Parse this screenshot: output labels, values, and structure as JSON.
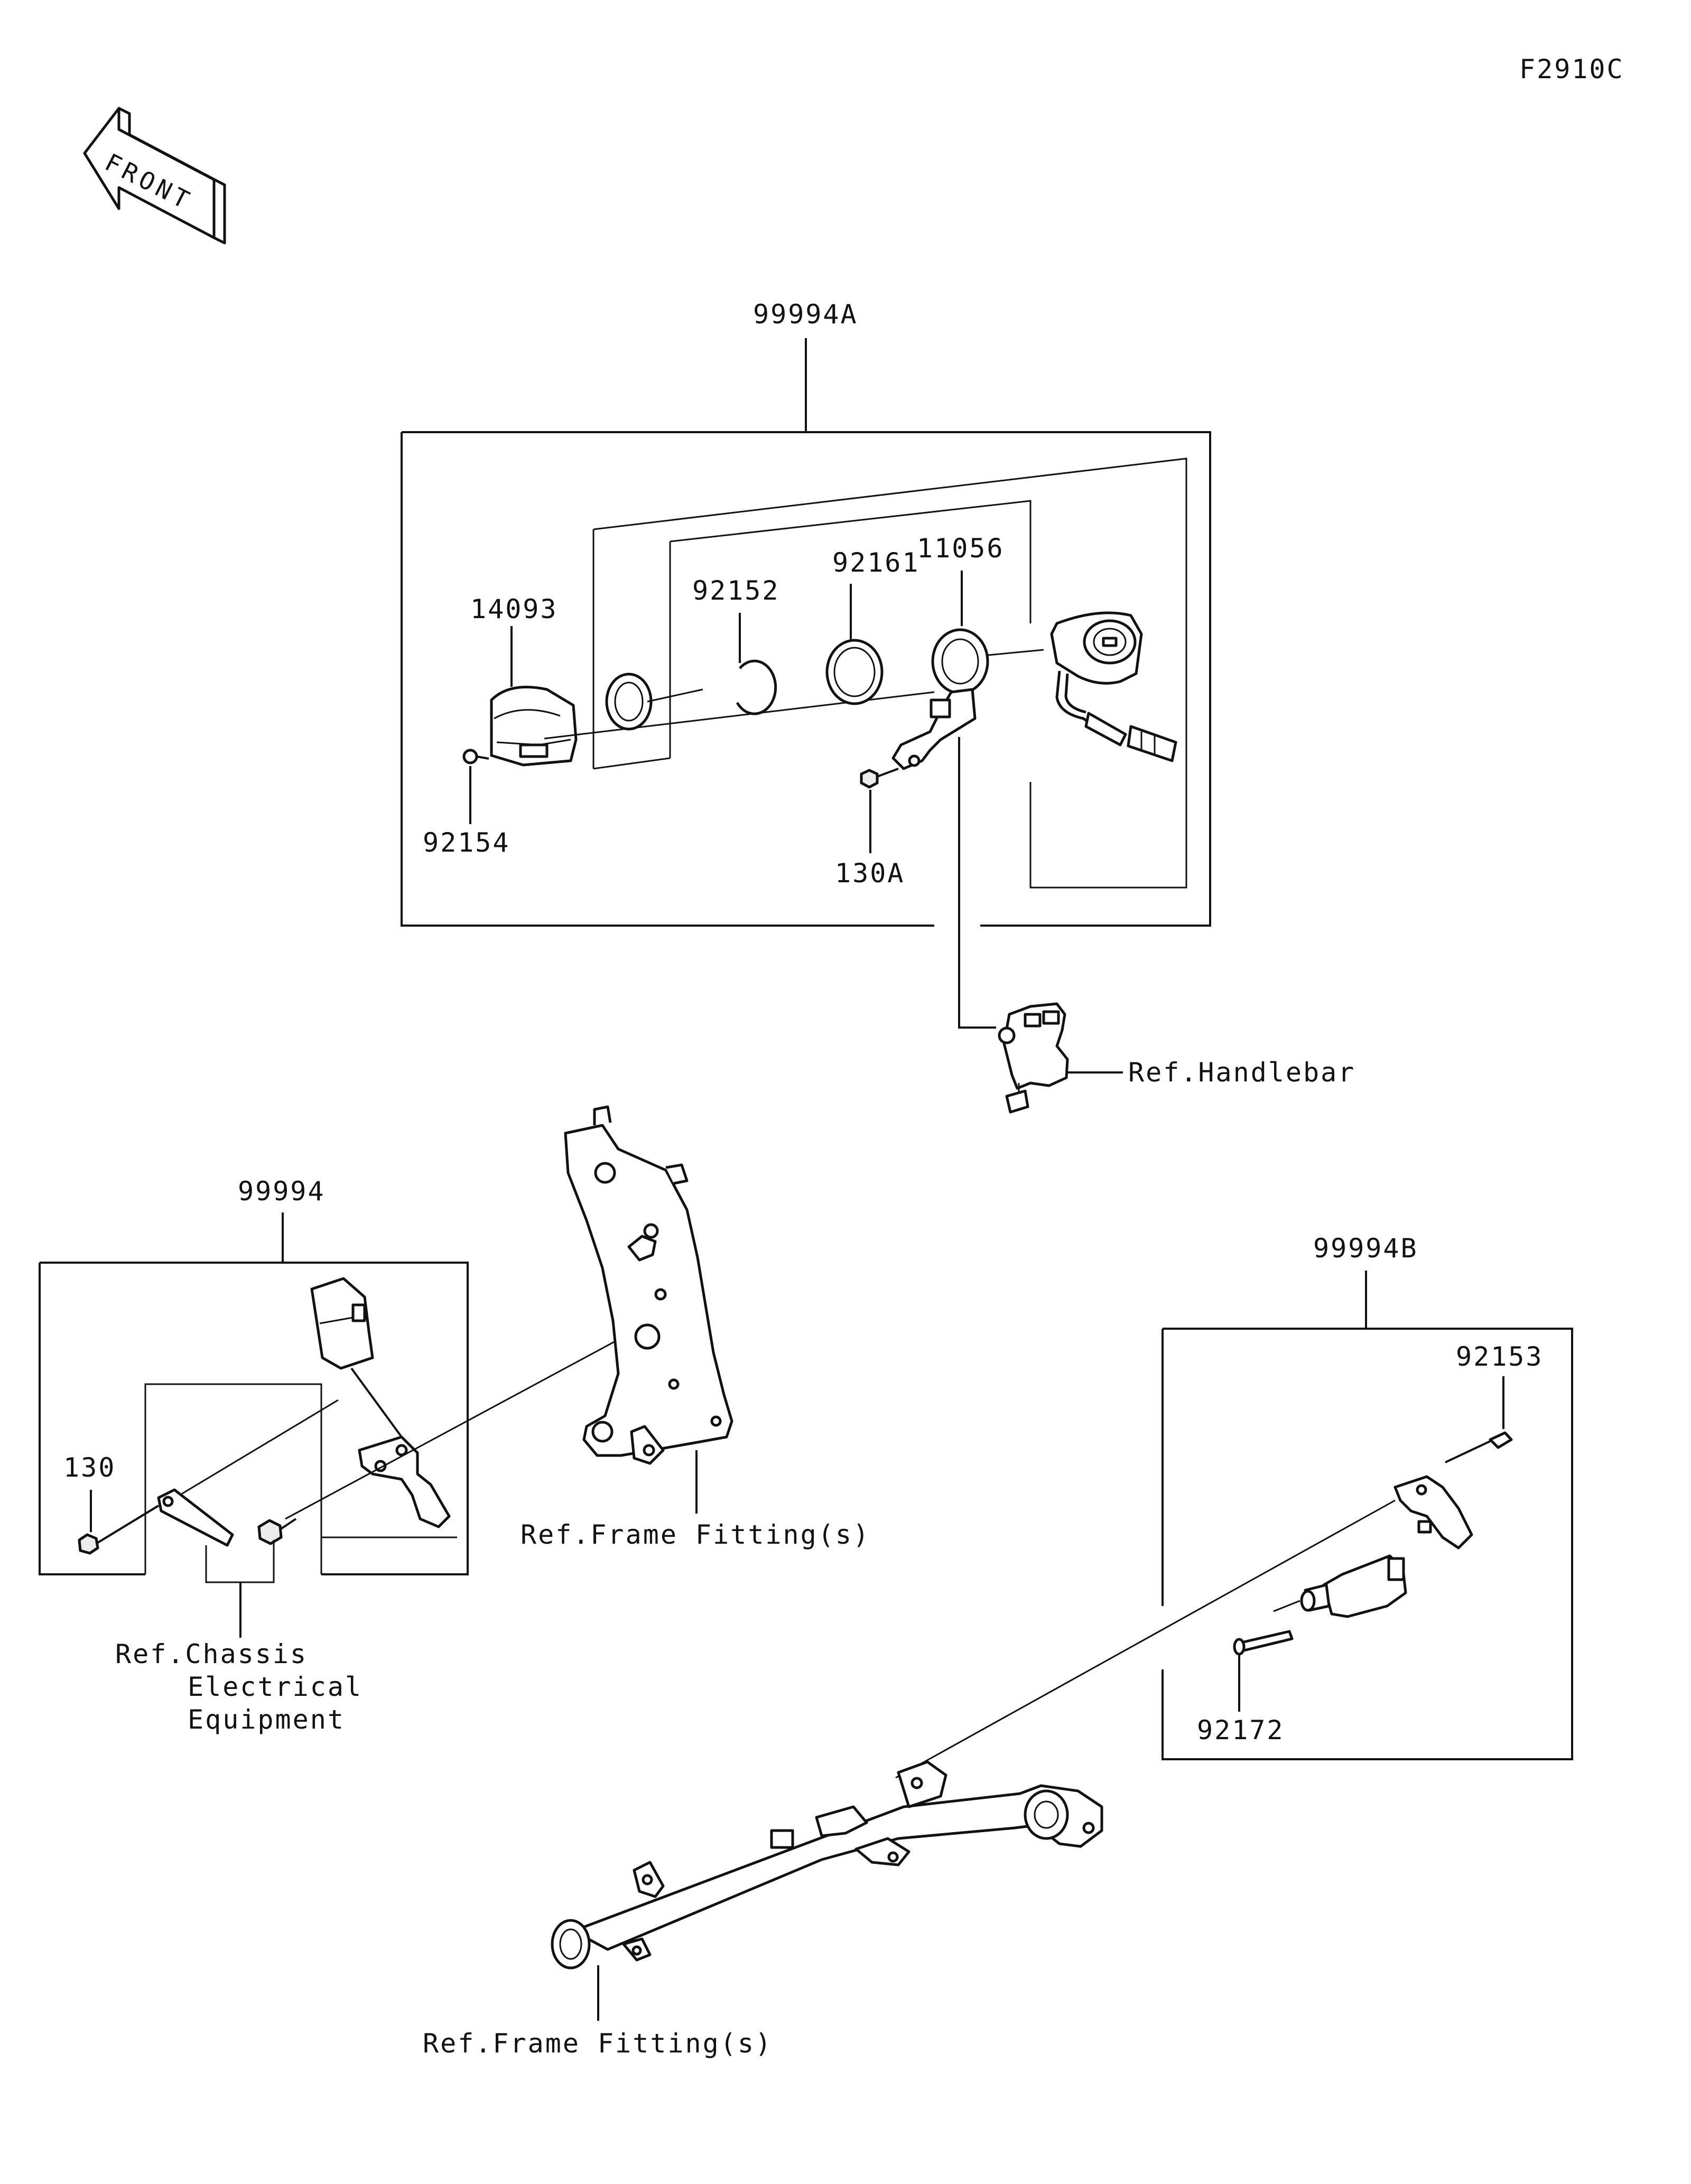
{
  "diagram_id": "F2910C",
  "front_arrow_label": "FRONT",
  "assemblies": {
    "kit_a": "99994A",
    "kit": "99994",
    "kit_b": "99994B"
  },
  "parts": {
    "p14093": "14093",
    "p92152": "92152",
    "p92161": "92161",
    "p11056": "11056",
    "p92154": "92154",
    "p130A": "130A",
    "p130": "130",
    "p92153": "92153",
    "p92172": "92172"
  },
  "references": {
    "handlebar": "Ref.Handlebar",
    "frame_fitting_upper": "Ref.Frame Fitting(s)",
    "frame_fitting_lower": "Ref.Frame Fitting(s)",
    "chassis_line1": "Ref.Chassis",
    "chassis_line2": "Electrical",
    "chassis_line3": "Equipment"
  }
}
